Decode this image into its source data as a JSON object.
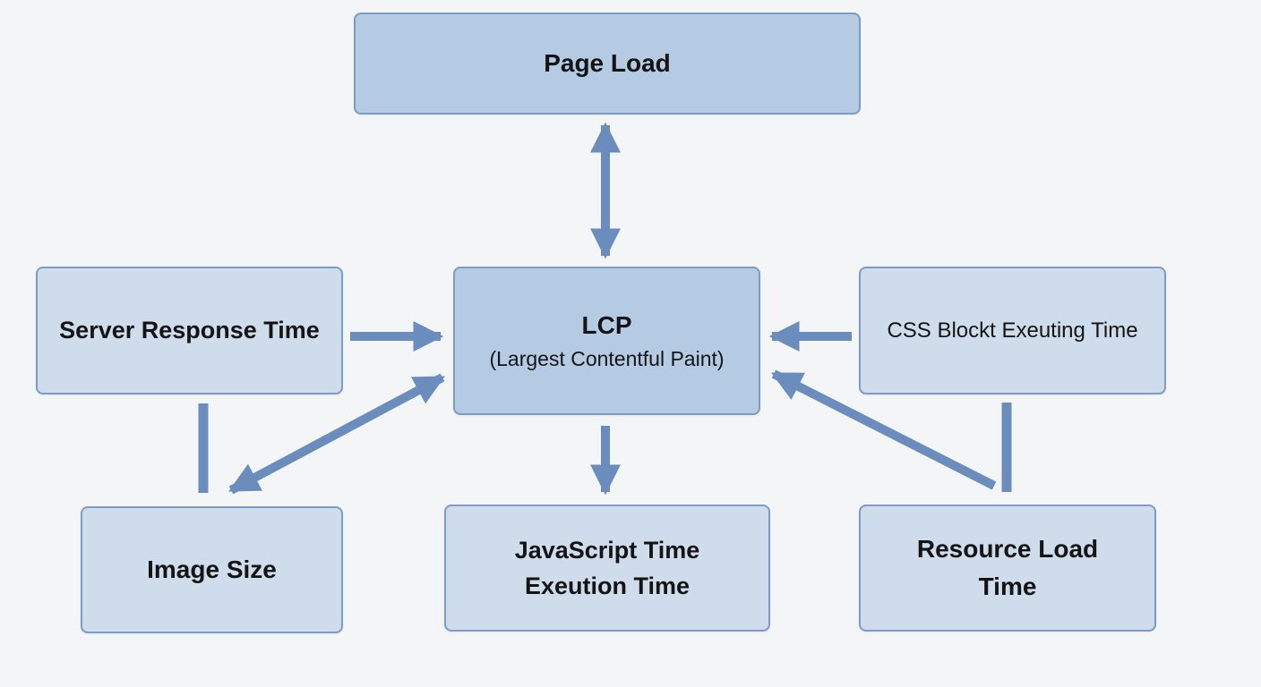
{
  "nodes": {
    "page_load": {
      "label": "Page Load"
    },
    "lcp": {
      "title": "LCP",
      "subtitle": "(Largest Contentful Paint)"
    },
    "server_response": {
      "label": "Server Response Time"
    },
    "css_block": {
      "label": "CSS Blockt Exeuting Time"
    },
    "image_size": {
      "label": "Image Size"
    },
    "javascript": {
      "line1": "JavaScript Time",
      "line2": "Exeution Time"
    },
    "resource_load": {
      "line1": "Resource Load",
      "line2": "Time"
    }
  },
  "connections": [
    {
      "from": "page_load",
      "to": "lcp",
      "arrowheads": "both"
    },
    {
      "from": "server_response",
      "to": "lcp",
      "arrowheads": "end"
    },
    {
      "from": "css_block",
      "to": "lcp",
      "arrowheads": "end"
    },
    {
      "from": "lcp",
      "to": "javascript",
      "arrowheads": "end"
    },
    {
      "from": "lcp",
      "to": "image_size",
      "arrowheads": "both"
    },
    {
      "from": "resource_load",
      "to": "lcp",
      "arrowheads": "end"
    },
    {
      "from": "server_response",
      "to": "image_size",
      "arrowheads": "none"
    },
    {
      "from": "css_block",
      "to": "resource_load",
      "arrowheads": "none"
    }
  ],
  "colors": {
    "background": "#f4f5f7",
    "node_fill": "#cfdcec",
    "node_fill_main": "#b5cbe4",
    "node_border": "#7d9cc4",
    "connector": "#6a8dbe",
    "text": "#141414"
  }
}
